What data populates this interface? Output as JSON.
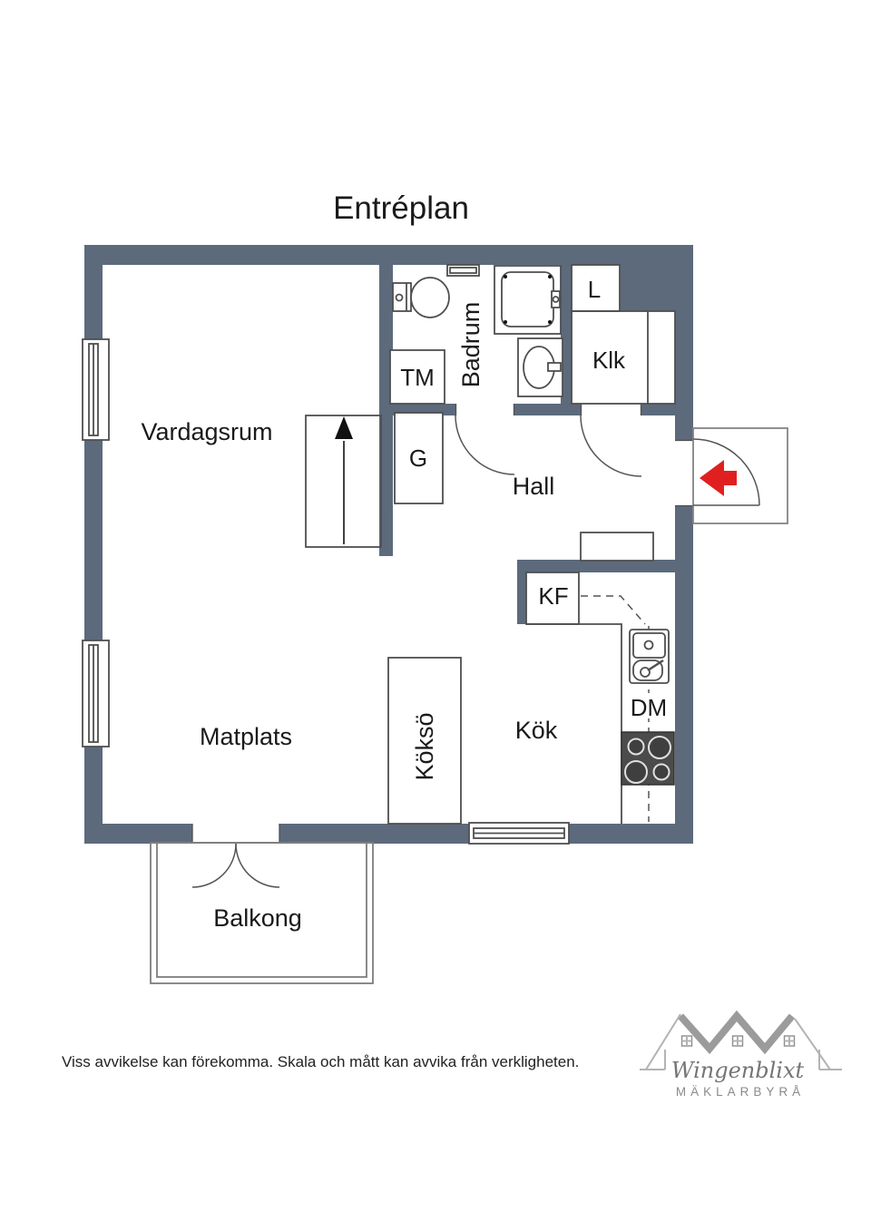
{
  "title": "Entréplan",
  "rooms": {
    "vardagsrum": "Vardagsrum",
    "badrum": "Badrum",
    "tm": "TM",
    "g": "G",
    "l": "L",
    "klk": "Klk",
    "hall": "Hall",
    "kf": "KF",
    "dm": "DM",
    "kok": "Kök",
    "kokso": "Köksö",
    "matplats": "Matplats",
    "balkong": "Balkong"
  },
  "disclaimer": "Viss avvikelse kan förekomma. Skala och mått kan avvika från verkligheten.",
  "logo": {
    "name": "Wingenblixt",
    "subtitle": "MÄKLARBYRÅ"
  },
  "colors": {
    "wall": "#5c6a7c",
    "line": "#4f4f4f",
    "line_light": "#7e7e7e",
    "entry_arrow": "#e02020"
  }
}
